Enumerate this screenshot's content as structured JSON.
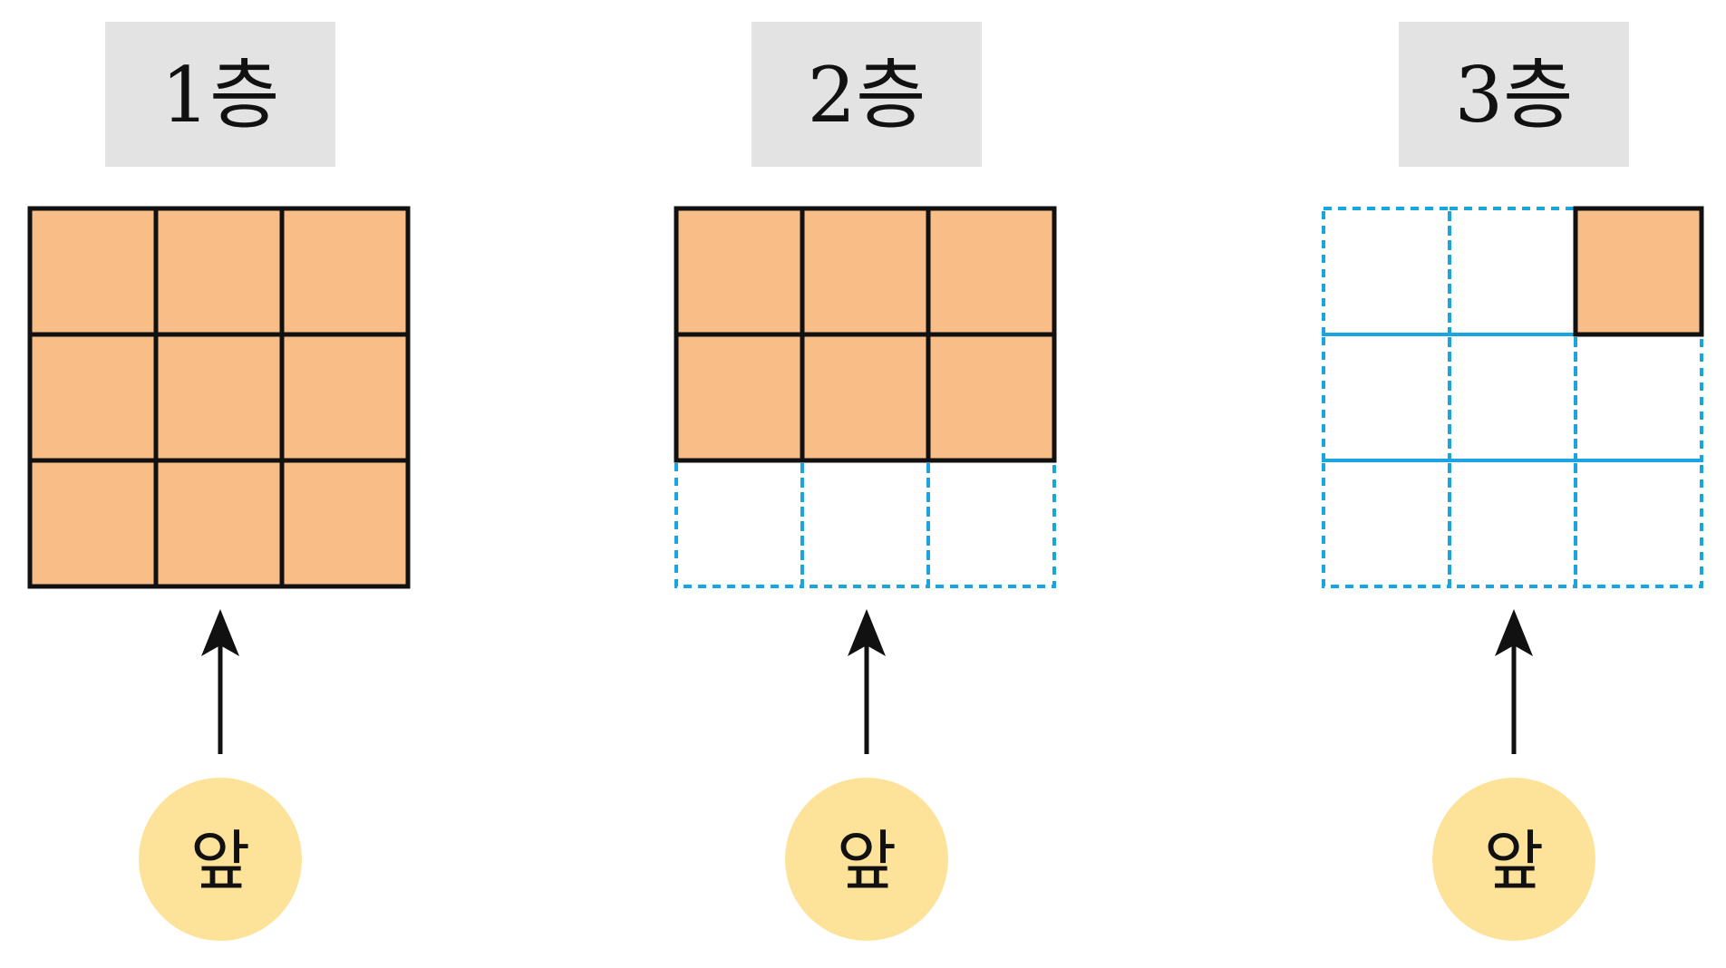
{
  "colors": {
    "title_background": "#e3e3e3",
    "filled_cell": "#f9be87",
    "cell_border": "#111111",
    "empty_cell_border": "#1aa4e0",
    "front_circle": "#fde39a",
    "arrow": "#111111"
  },
  "layers": [
    {
      "title": "1층",
      "front_label": "앞",
      "grid": [
        [
          1,
          1,
          1
        ],
        [
          1,
          1,
          1
        ],
        [
          1,
          1,
          1
        ]
      ]
    },
    {
      "title": "2층",
      "front_label": "앞",
      "grid": [
        [
          1,
          1,
          1
        ],
        [
          1,
          1,
          1
        ],
        [
          0,
          0,
          0
        ]
      ]
    },
    {
      "title": "3층",
      "front_label": "앞",
      "grid": [
        [
          0,
          0,
          1
        ],
        [
          0,
          0,
          0
        ],
        [
          0,
          0,
          0
        ]
      ]
    }
  ]
}
